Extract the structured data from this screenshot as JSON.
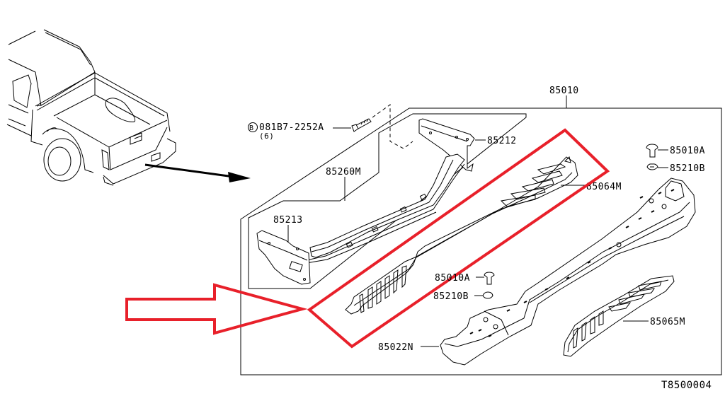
{
  "diagram": {
    "figure_id": "T8500004",
    "assembly_label": "85010",
    "bolt": {
      "circle_letter": "B",
      "part_number": "081B7-2252A",
      "quantity": "(6)"
    },
    "parts": {
      "bracket_upper": "85212",
      "reinforcement": "85260M",
      "bracket_lower": "85213",
      "step_pad_center": "85064M",
      "clip_upper": "85010A",
      "nut_upper": "85210B",
      "clip_lower": "85010A",
      "nut_lower": "85210B",
      "bumper_fascia": "85022N",
      "step_pad_side": "85065M"
    },
    "annotations": {
      "highlight_color": "#e8202a",
      "highlight_target": "85064M",
      "pointer_arrow": "red hollow arrow pointing at highlighted part"
    }
  }
}
